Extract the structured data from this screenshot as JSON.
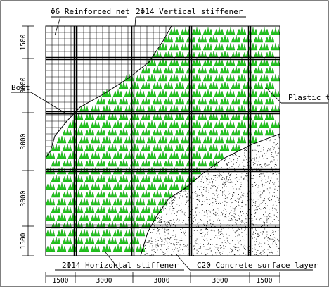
{
  "labels": {
    "reinforced_net": "Φ6 Reinforced net",
    "vertical_stiffener": "2Φ14 Vertical stiffener",
    "bolt": "Bolt",
    "plastic_turf": "Plastic tur",
    "horizontal_stiffener": "2Φ14 Horizontal stiffener",
    "concrete_layer": "C20 Concrete surface layer"
  },
  "dimensions": {
    "left": [
      "1500",
      "3000",
      "3000",
      "3000",
      "1500"
    ],
    "bottom": [
      "1500",
      "3000",
      "3000",
      "3000",
      "1500"
    ]
  },
  "colors": {
    "turf": "#22c81e",
    "line": "#000000",
    "background": "#ffffff"
  }
}
